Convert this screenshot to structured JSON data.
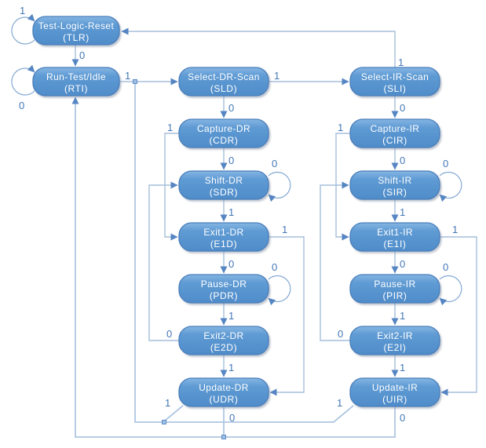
{
  "diagram_type": "state-machine",
  "states": [
    {
      "id": "TLR",
      "name": "Test-Logic-Reset",
      "abbr": "(TLR)"
    },
    {
      "id": "RTI",
      "name": "Run-Test/Idle",
      "abbr": "(RTI)"
    },
    {
      "id": "SLD",
      "name": "Select-DR-Scan",
      "abbr": "(SLD)"
    },
    {
      "id": "SLI",
      "name": "Select-IR-Scan",
      "abbr": "(SLI)"
    },
    {
      "id": "CDR",
      "name": "Capture-DR",
      "abbr": "(CDR)"
    },
    {
      "id": "CIR",
      "name": "Capture-IR",
      "abbr": "(CIR)"
    },
    {
      "id": "SDR",
      "name": "Shift-DR",
      "abbr": "(SDR)"
    },
    {
      "id": "SIR",
      "name": "Shift-IR",
      "abbr": "(SIR)"
    },
    {
      "id": "E1D",
      "name": "Exit1-DR",
      "abbr": "(E1D)"
    },
    {
      "id": "E1I",
      "name": "Exit1-IR",
      "abbr": "(E1I)"
    },
    {
      "id": "PDR",
      "name": "Pause-DR",
      "abbr": "(PDR)"
    },
    {
      "id": "PIR",
      "name": "Pause-IR",
      "abbr": "(PIR)"
    },
    {
      "id": "E2D",
      "name": "Exit2-DR",
      "abbr": "(E2D)"
    },
    {
      "id": "E2I",
      "name": "Exit2-IR",
      "abbr": "(E2I)"
    },
    {
      "id": "UDR",
      "name": "Update-DR",
      "abbr": "(UDR)"
    },
    {
      "id": "UIR",
      "name": "Update-IR",
      "abbr": "(UIR)"
    }
  ],
  "transitions": [
    {
      "from": "TLR",
      "to": "TLR",
      "label": "1"
    },
    {
      "from": "TLR",
      "to": "RTI",
      "label": "0"
    },
    {
      "from": "RTI",
      "to": "RTI",
      "label": "0"
    },
    {
      "from": "RTI",
      "to": "SLD",
      "label": "1"
    },
    {
      "from": "SLD",
      "to": "SLI",
      "label": "1"
    },
    {
      "from": "SLI",
      "to": "TLR",
      "label": "1"
    },
    {
      "from": "SLD",
      "to": "CDR",
      "label": "0"
    },
    {
      "from": "CDR",
      "to": "SDR",
      "label": "0"
    },
    {
      "from": "CDR",
      "to": "E1D",
      "label": "1"
    },
    {
      "from": "SDR",
      "to": "SDR",
      "label": "0"
    },
    {
      "from": "SDR",
      "to": "E1D",
      "label": "1"
    },
    {
      "from": "E1D",
      "to": "PDR",
      "label": "0"
    },
    {
      "from": "E1D",
      "to": "UDR",
      "label": "1"
    },
    {
      "from": "PDR",
      "to": "PDR",
      "label": "0"
    },
    {
      "from": "PDR",
      "to": "E2D",
      "label": "1"
    },
    {
      "from": "E2D",
      "to": "SDR",
      "label": "0"
    },
    {
      "from": "E2D",
      "to": "UDR",
      "label": "1"
    },
    {
      "from": "UDR",
      "to": "RTI",
      "label": "0"
    },
    {
      "from": "UDR",
      "to": "SLD",
      "label": "1"
    },
    {
      "from": "SLI",
      "to": "CIR",
      "label": "0"
    },
    {
      "from": "CIR",
      "to": "SIR",
      "label": "0"
    },
    {
      "from": "CIR",
      "to": "E1I",
      "label": "1"
    },
    {
      "from": "SIR",
      "to": "SIR",
      "label": "0"
    },
    {
      "from": "SIR",
      "to": "E1I",
      "label": "1"
    },
    {
      "from": "E1I",
      "to": "PIR",
      "label": "0"
    },
    {
      "from": "E1I",
      "to": "UIR",
      "label": "1"
    },
    {
      "from": "PIR",
      "to": "PIR",
      "label": "0"
    },
    {
      "from": "PIR",
      "to": "E2I",
      "label": "1"
    },
    {
      "from": "E2I",
      "to": "SIR",
      "label": "0"
    },
    {
      "from": "E2I",
      "to": "UIR",
      "label": "1"
    },
    {
      "from": "UIR",
      "to": "RTI",
      "label": "0"
    },
    {
      "from": "UIR",
      "to": "SLD",
      "label": "1"
    }
  ],
  "colors": {
    "state_fill_top": "#85B6E3",
    "state_fill_mid": "#5E9AD3",
    "state_fill_bottom": "#4F8CC9",
    "state_border": "#4A7EBB",
    "state_text": "#FFFFFF",
    "edge": "#A5BEDC",
    "edge_far": "#AFC7E2",
    "loop": "#85A9D4",
    "arrow": "#5585C2",
    "label": "#4377B6",
    "dot": "#9FC0E4"
  }
}
